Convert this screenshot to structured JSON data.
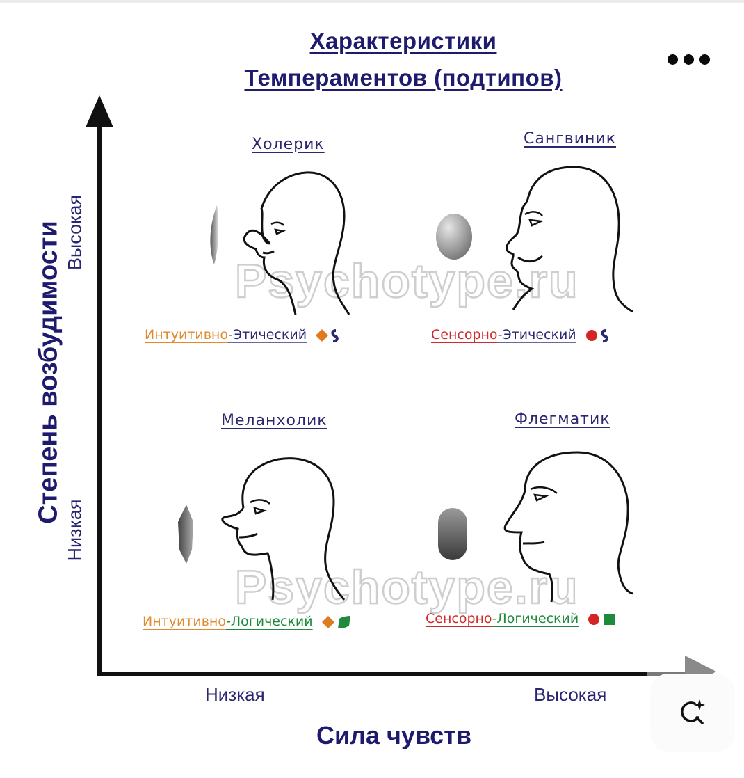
{
  "diagram": {
    "title_line1": "Характеристики",
    "title_line2": "Темпераментов (подтипов)",
    "y_axis": {
      "title": "Степень возбудимости",
      "tick_high": "Высокая",
      "tick_low": "Низкая"
    },
    "x_axis": {
      "title": "Сила чувств",
      "tick_low": "Низкая",
      "tick_high": "Высокая"
    },
    "watermark": "Psychotype.ru",
    "quadrants": [
      {
        "name": "Холерик",
        "part1": "Интуитивно",
        "part2": "-Этический",
        "part1_color": "#e08a2e",
        "part2_color": "#2b2770",
        "shape": "crescent",
        "symbols": [
          "orange-diamond",
          "blue-s"
        ]
      },
      {
        "name": "Сангвиник",
        "part1": "Сенсорно",
        "part2": "-Этический",
        "part1_color": "#cf2a2a",
        "part2_color": "#2b2770",
        "shape": "oval",
        "symbols": [
          "red-circle",
          "blue-s"
        ]
      },
      {
        "name": "Меланхолик",
        "part1": "Интуитивно",
        "part2": "-Логический",
        "part1_color": "#e08a2e",
        "part2_color": "#1e8a3c",
        "shape": "crystal",
        "symbols": [
          "orange-diamond",
          "green-leaf"
        ]
      },
      {
        "name": "Флегматик",
        "part1": "Сенсорно",
        "part2": "-Логический",
        "part1_color": "#cf2a2a",
        "part2_color": "#1e8a3c",
        "shape": "capsule",
        "symbols": [
          "red-circle",
          "green-square"
        ]
      }
    ]
  },
  "toolbar": {
    "more_icon": "more-horizontal-icon",
    "lens_icon": "visual-search-sparkle-icon"
  }
}
